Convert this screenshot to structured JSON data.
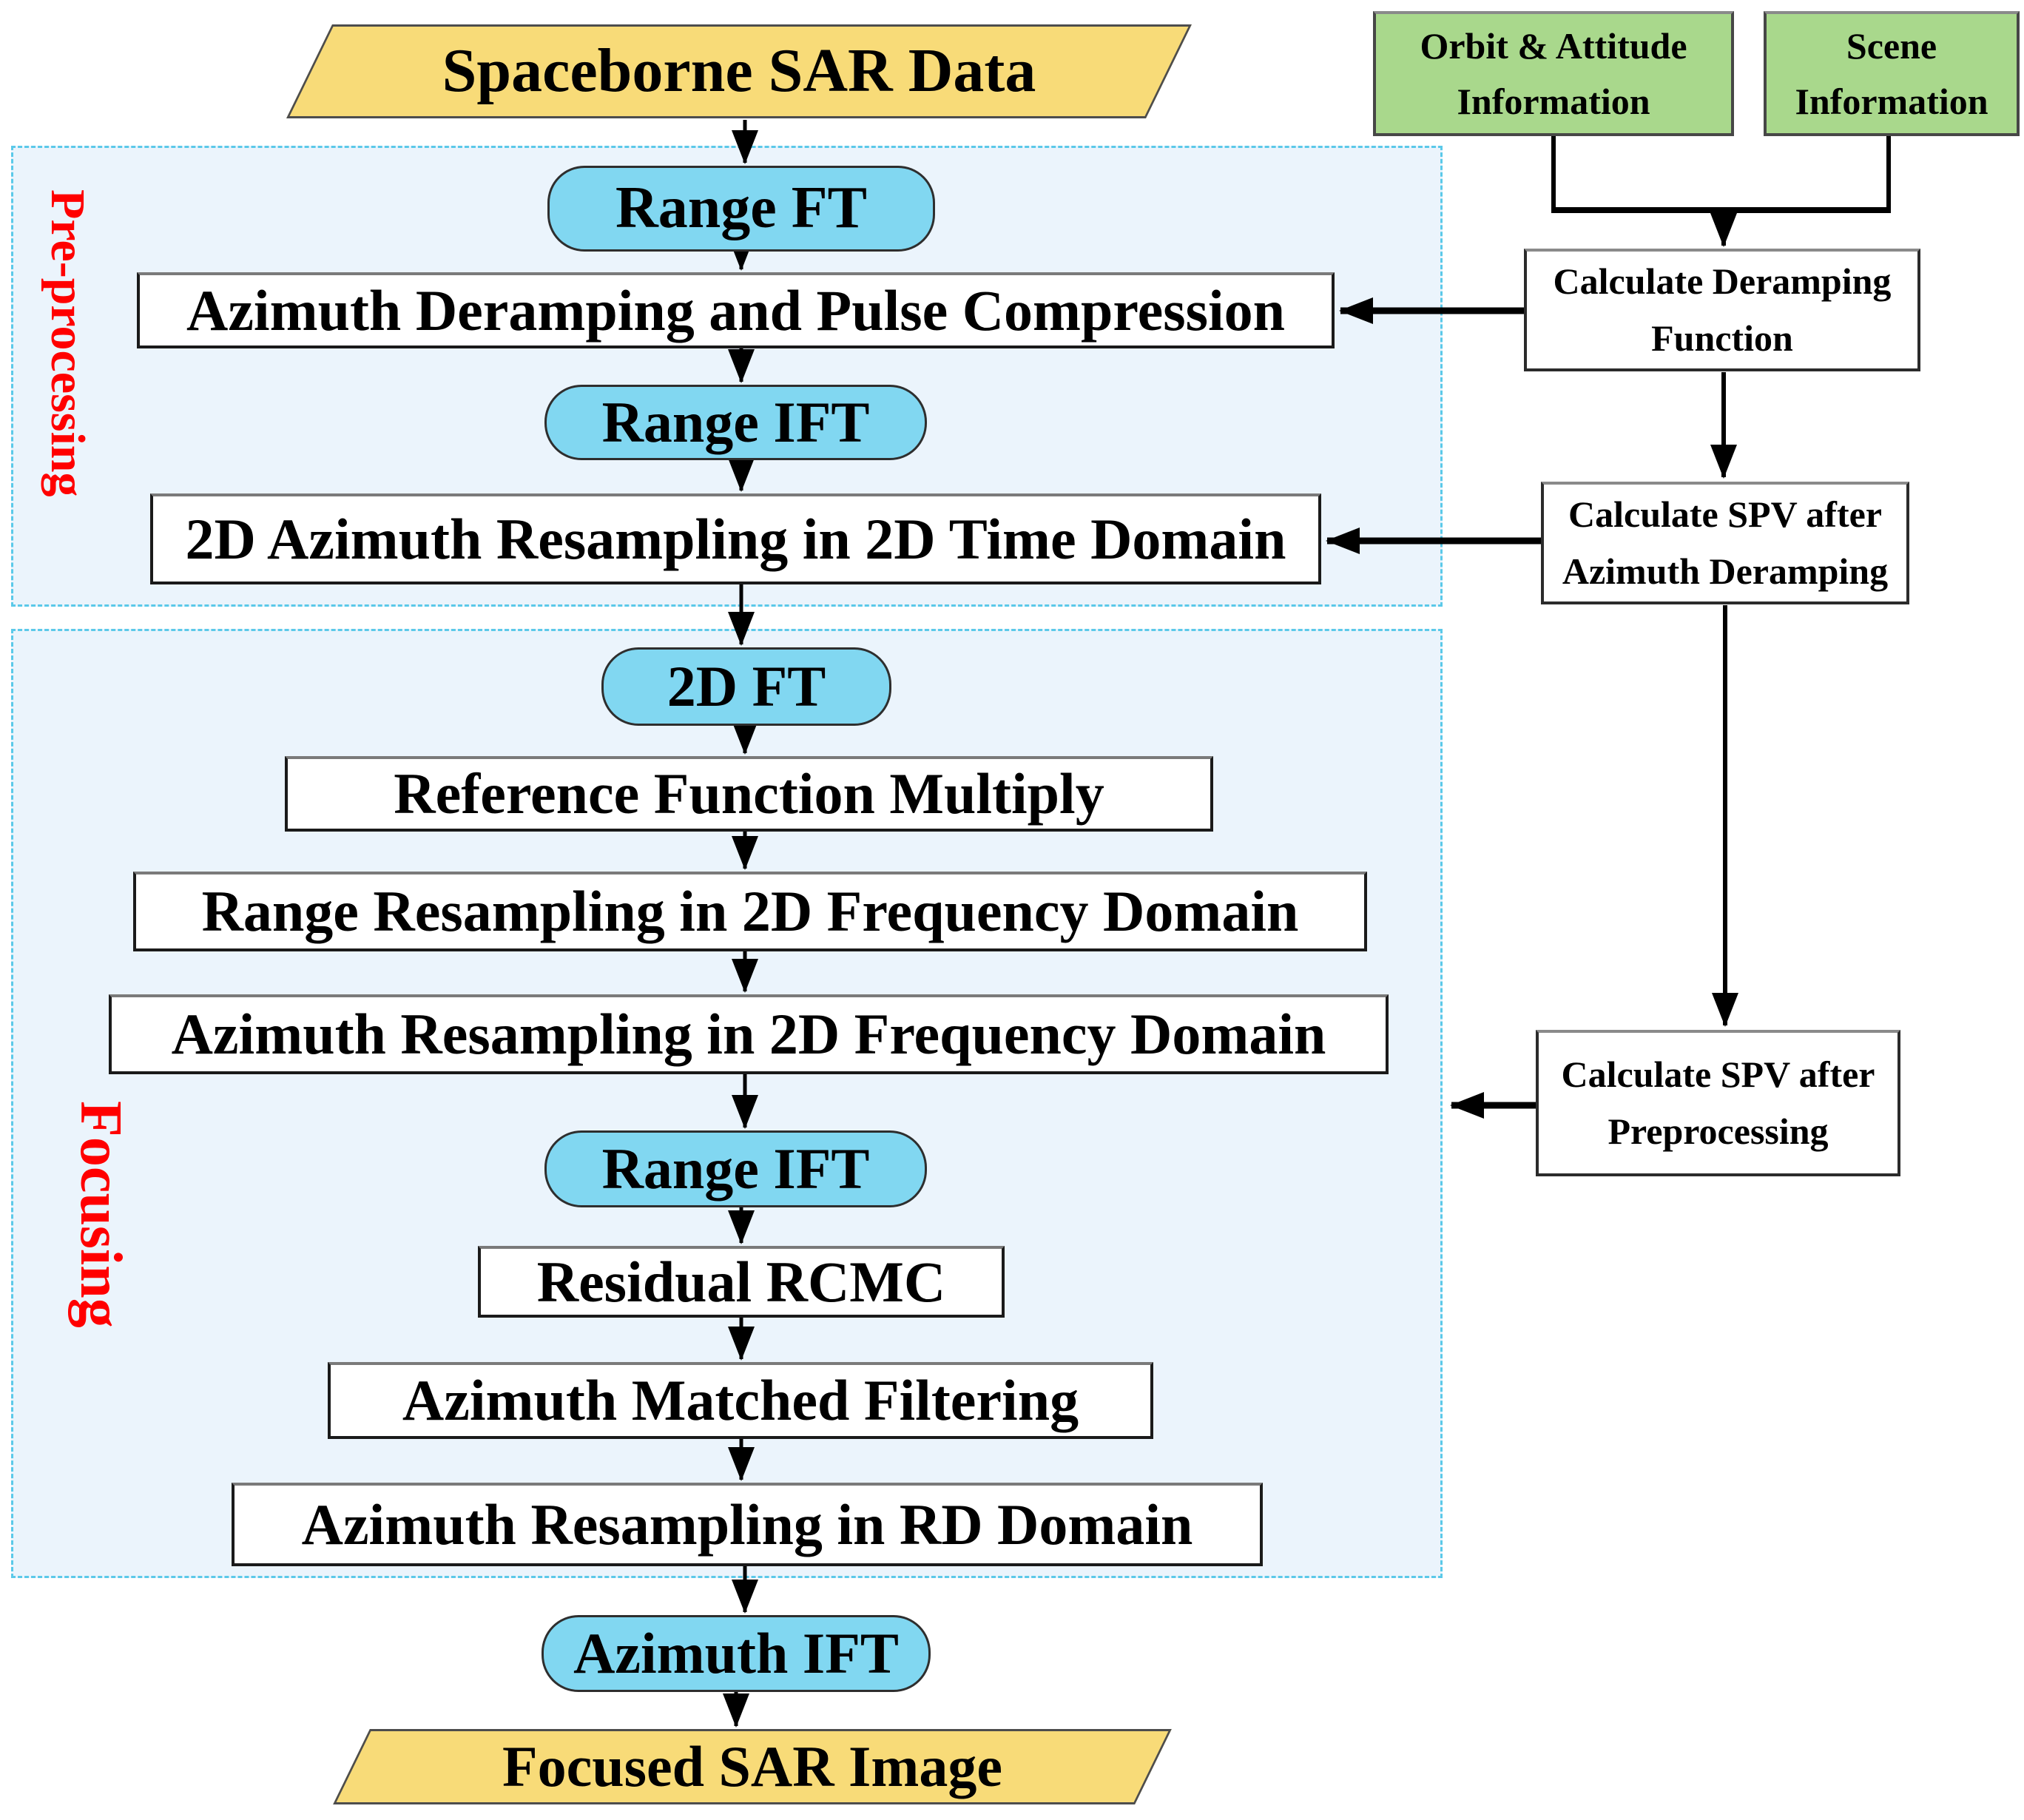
{
  "flowchart": {
    "regions": {
      "preprocessing": {
        "label": "Pre-processing"
      },
      "focusing": {
        "label": "Focusing"
      }
    },
    "nodes": {
      "spaceborne_sar_data": {
        "label": "Spaceborne SAR Data"
      },
      "orbit_attitude_info": {
        "label": "Orbit & Attitude Information"
      },
      "scene_info": {
        "label": "Scene Information"
      },
      "range_ft": {
        "label": "Range FT"
      },
      "azimuth_deramping_pulse_compression": {
        "label": "Azimuth Deramping and Pulse Compression"
      },
      "range_ift_1": {
        "label": "Range IFT"
      },
      "azimuth_resampling_2d_time": {
        "label": "2D Azimuth Resampling in 2D Time Domain"
      },
      "ft_2d": {
        "label": "2D FT"
      },
      "reference_function_multiply": {
        "label": "Reference Function Multiply"
      },
      "range_resampling_2d_freq": {
        "label": "Range Resampling in 2D Frequency Domain"
      },
      "azimuth_resampling_2d_freq": {
        "label": "Azimuth Resampling in 2D Frequency Domain"
      },
      "range_ift_2": {
        "label": "Range IFT"
      },
      "residual_rcmc": {
        "label": "Residual RCMC"
      },
      "azimuth_matched_filtering": {
        "label": "Azimuth Matched Filtering"
      },
      "azimuth_resampling_rd": {
        "label": "Azimuth Resampling in RD Domain"
      },
      "azimuth_ift": {
        "label": "Azimuth IFT"
      },
      "focused_sar_image": {
        "label": "Focused SAR Image"
      },
      "calculate_deramping_function": {
        "label": "Calculate Deramping Function"
      },
      "calculate_spv_after_azimuth_deramping": {
        "label": "Calculate SPV after Azimuth Deramping"
      },
      "calculate_spv_after_preprocessing": {
        "label": "Calculate SPV after Preprocessing"
      }
    },
    "colors": {
      "process_pill_fill": "#81D7F1",
      "terminal_parallelogram_fill": "#F8DB78",
      "input_box_fill": "#A9D88C",
      "region_fill": "#EBF4FC",
      "region_border": "#5BC9E9",
      "region_label_red": "#FF0000",
      "box_fill": "#FFFFFF",
      "connector_line": "#000000"
    }
  }
}
